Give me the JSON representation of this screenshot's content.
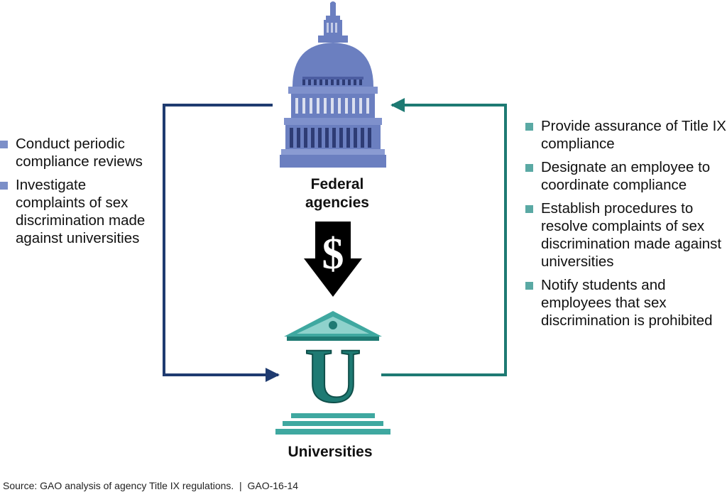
{
  "nodes": {
    "federal": "Federal\nagencies",
    "universities": "Universities"
  },
  "icons": {
    "federal": "capitol-building-icon",
    "money": "dollar-sign-icon",
    "university": "university-building-icon"
  },
  "left_list": [
    "Conduct periodic compliance reviews",
    "Investigate complaints of sex discrimination made against universities"
  ],
  "right_list": [
    "Provide assurance of Title IX compliance",
    "Designate an employee to coordinate compliance",
    "Establish procedures to resolve complaints of sex discrimination made against universities",
    "Notify students and employees that sex discrimination is prohibited"
  ],
  "money_symbol": "$",
  "university_letter": "U",
  "source": "Source: GAO analysis of agency Title IX regulations.  |  GAO-16-14",
  "colors": {
    "federal_blue": "#6b7fc0",
    "federal_dark": "#3d4f94",
    "left_arrow": "#1f3b70",
    "right_arrow": "#1e7a73",
    "university_teal": "#1e7a73",
    "university_light": "#3fa8a0",
    "left_bullet": "#7c8fc8",
    "right_bullet": "#5aa9a4",
    "money_arrow": "#000000"
  }
}
